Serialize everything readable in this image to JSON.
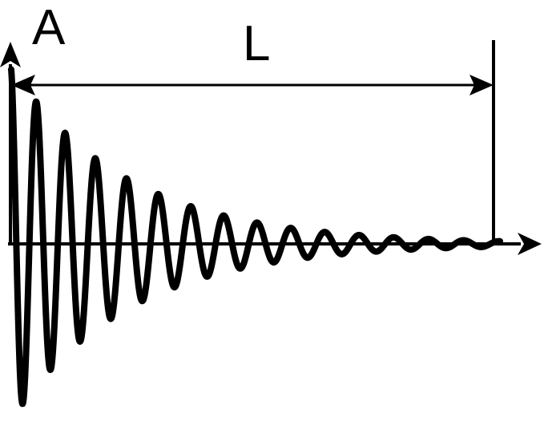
{
  "labels": {
    "amplitude": "A",
    "length": "L"
  },
  "colors": {
    "ink": "#000000",
    "background": "#ffffff"
  },
  "signal": {
    "description_kind": "damped oscillation",
    "cycles": 15
  }
}
